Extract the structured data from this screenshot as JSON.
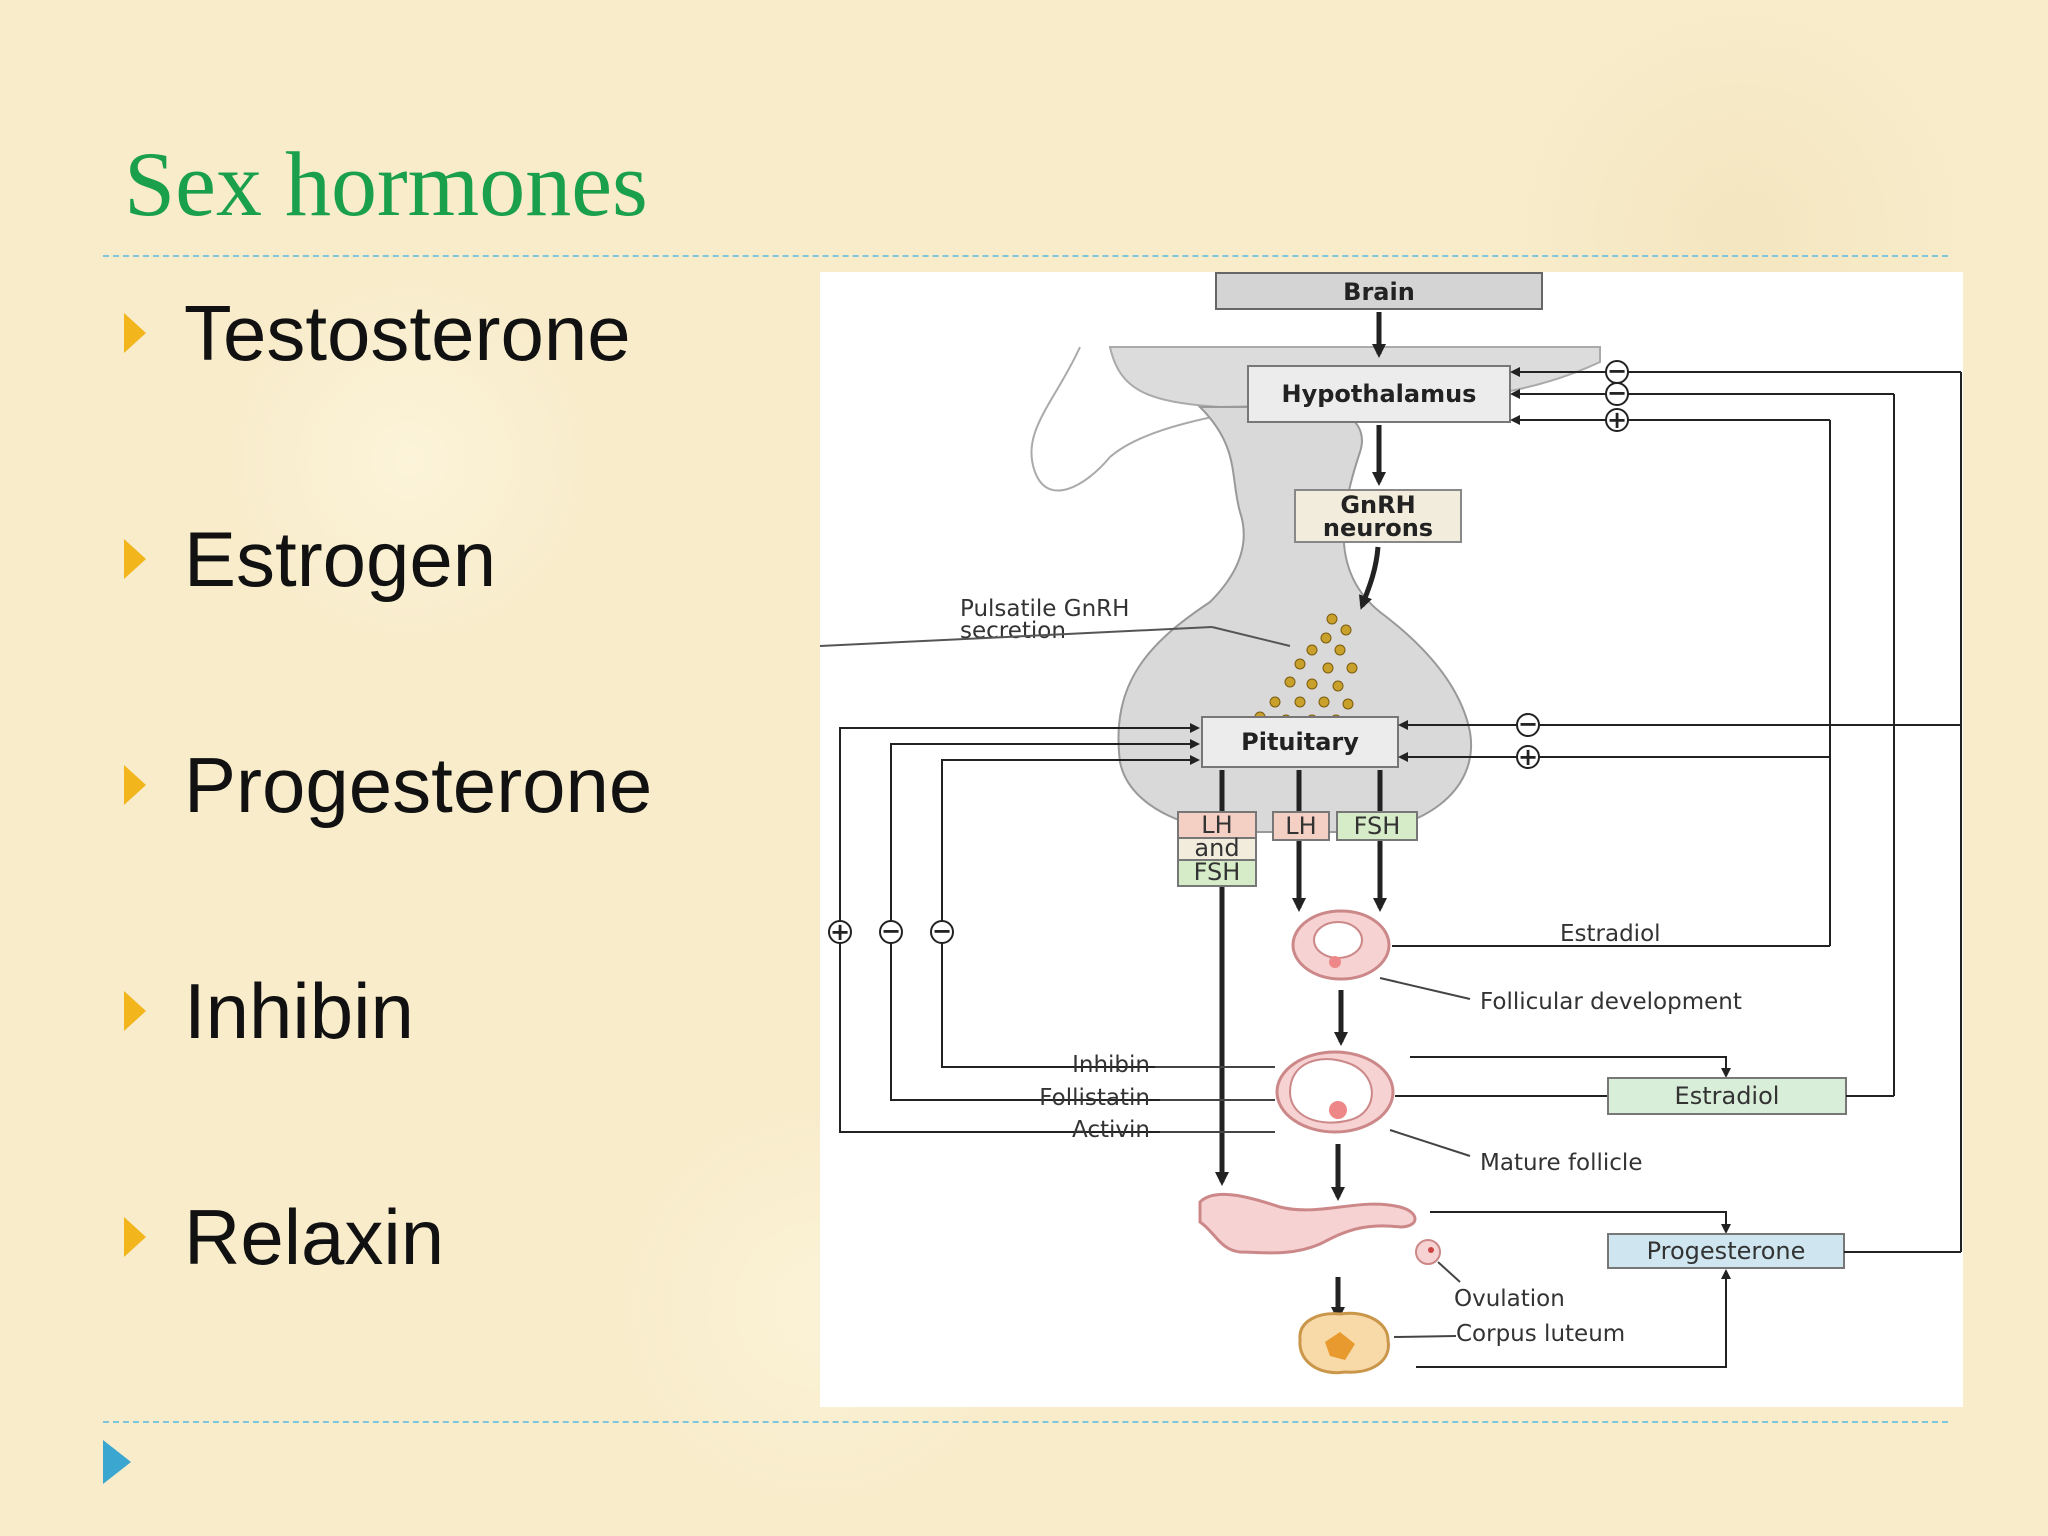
{
  "slide": {
    "title": "Sex hormones",
    "bullets": [
      "Testosterone",
      "Estrogen",
      "Progesterone",
      "Inhibin",
      "Relaxin"
    ]
  },
  "diagram": {
    "nodes": {
      "brain": "Brain",
      "hypothalamus": "Hypothalamus",
      "gnrh_line1": "GnRH",
      "gnrh_line2": "neurons",
      "pituitary": "Pituitary",
      "lh_fsh_line1": "LH",
      "lh_fsh_line2": "and",
      "lh_fsh_line3": "FSH",
      "lh": "LH",
      "fsh": "FSH",
      "estradiol_box": "Estradiol",
      "progesterone_box": "Progesterone"
    },
    "labels": {
      "pulsatile_line1": "Pulsatile GnRH",
      "pulsatile_line2": "secretion",
      "estradiol": "Estradiol",
      "follicular_development": "Follicular development",
      "inhibin": "Inhibin",
      "follistatin": "Follistatin",
      "activin": "Activin",
      "mature_follicle": "Mature follicle",
      "ovulation": "Ovulation",
      "corpus_luteum": "Corpus luteum"
    },
    "feedback_signs": {
      "minus": "−",
      "plus": "+"
    }
  },
  "colors": {
    "title": "#1aa04a",
    "bullet": "#f2b51c",
    "rule": "#7fc6dc",
    "nav": "#3ba6cf",
    "lh_box": "#f4cfc4",
    "fsh_box": "#d6ecc8",
    "estradiol_box": "#d9eed8",
    "progesterone_box": "#cfe6f0"
  }
}
